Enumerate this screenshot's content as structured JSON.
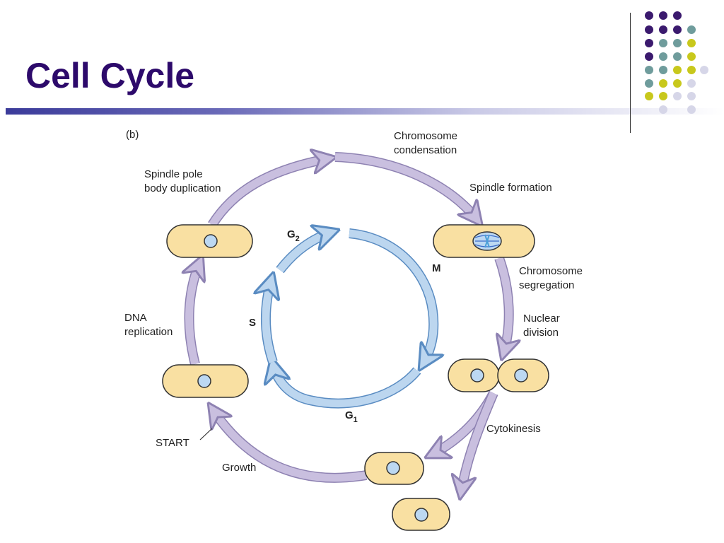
{
  "slide": {
    "title": "Cell Cycle"
  },
  "decor": {
    "dot_colors": [
      "#3b1a6e",
      "#6f9c9c",
      "#c8c81c",
      "#d6d6e8"
    ]
  },
  "diagram": {
    "panel_label": "(b)",
    "labels": {
      "chromosome_condensation": [
        "Chromosome",
        "condensation"
      ],
      "spindle_formation": "Spindle formation",
      "spindle_pole_body_duplication": [
        "Spindle pole",
        "body duplication"
      ],
      "chromosome_segregation": [
        "Chromosome",
        "segregation"
      ],
      "nuclear_division": [
        "Nuclear",
        "division"
      ],
      "dna_replication": [
        "DNA",
        "replication"
      ],
      "cytokinesis": "Cytokinesis",
      "start": "START",
      "growth": "Growth"
    },
    "phases": {
      "g2": "G",
      "g2_sub": "2",
      "m": "M",
      "s": "S",
      "g1": "G",
      "g1_sub": "1"
    },
    "colors": {
      "outer_arrow": "#c9bfdf",
      "outer_arrow_stroke": "#8e82b2",
      "inner_arrow": "#bcd6ef",
      "inner_arrow_stroke": "#5a8cc2",
      "cell_fill": "#f9e0a2",
      "cell_stroke": "#333333",
      "nucleus_fill": "#bcd8f2"
    }
  }
}
